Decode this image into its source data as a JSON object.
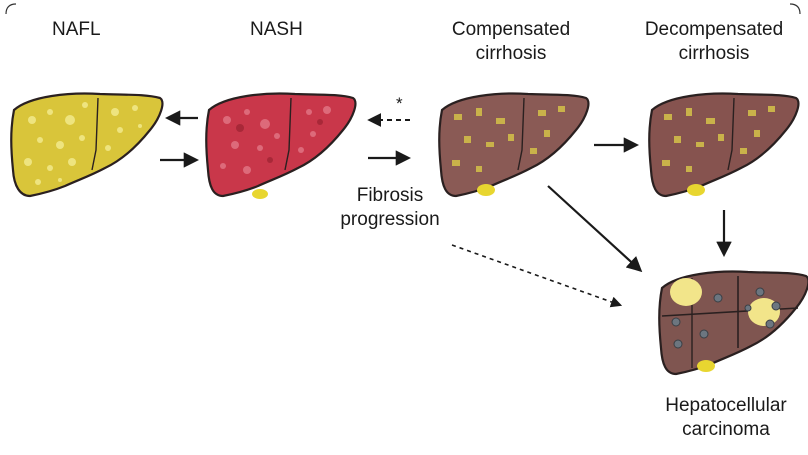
{
  "stages": {
    "nafl": {
      "label": "NAFL",
      "fill": "#d9c53a"
    },
    "nash": {
      "label": "NASH",
      "fill": "#c9374a"
    },
    "compensated": {
      "line1": "Compensated",
      "line2": "cirrhosis",
      "fill": "#8a5a55"
    },
    "decompensated": {
      "line1": "Decompensated",
      "line2": "cirrhosis",
      "fill": "#86534f"
    },
    "hcc": {
      "line1": "Hepatocellular",
      "line2": "carcinoma",
      "fill": "#7f5550"
    }
  },
  "annotations": {
    "fibrosis_line1": "Fibrosis",
    "fibrosis_line2": "progression",
    "asterisk": "*"
  },
  "colors": {
    "arrow": "#1a1a1a",
    "outline": "#2a2020",
    "fat_spot": "#f2ea8c",
    "gallbladder": "#e8d630",
    "tumor": "#6c7680"
  }
}
